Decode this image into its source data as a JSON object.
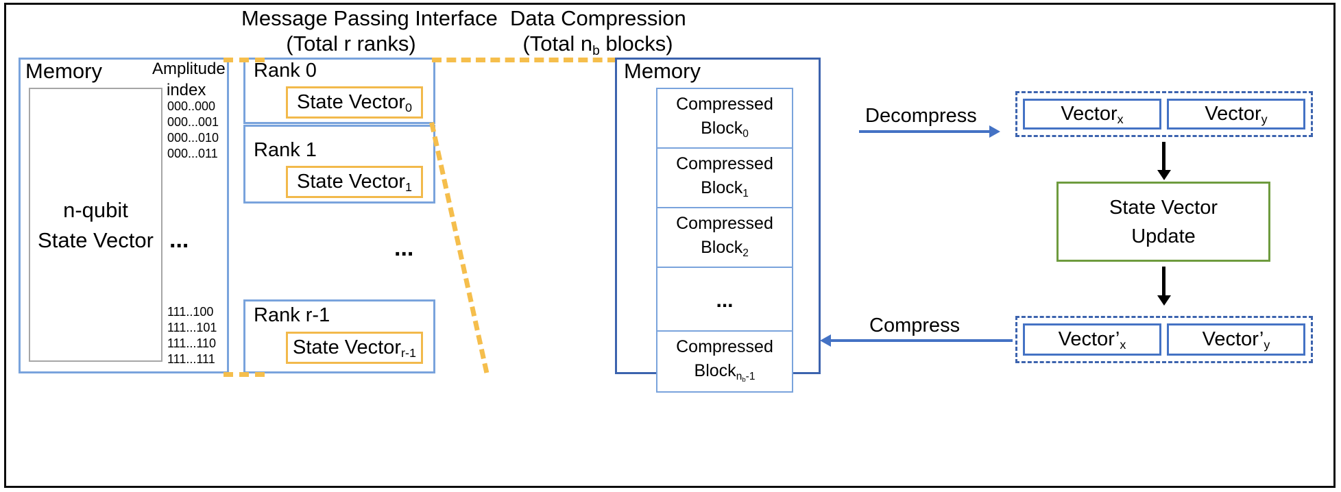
{
  "figure": {
    "sections": {
      "mpi_title_line1": "Message Passing Interface",
      "mpi_title_line2": "(Total r ranks)",
      "dc_title_line1": "Data Compression",
      "dc_title_line2_pre": "(Total n",
      "dc_title_line2_sub": "b",
      "dc_title_line2_post": " blocks)"
    },
    "left_memory": {
      "memory_label": "Memory",
      "amplitude_label": "Amplitude",
      "index_label": "index",
      "state_vector_line1": "n-qubit",
      "state_vector_line2": "State Vector",
      "ellipsis": "...",
      "indices_top": [
        "000..000",
        "000...001",
        "000...010",
        "000...011"
      ],
      "indices_bottom": [
        "111..100",
        "111...101",
        "111...110",
        "111...111"
      ]
    },
    "mpi": {
      "ranks": [
        {
          "label": "Rank 0",
          "vector_base": "State Vector",
          "vector_sub": "0"
        },
        {
          "label": "Rank 1",
          "vector_base": "State Vector",
          "vector_sub": "1"
        },
        {
          "label": "Rank r-1",
          "vector_base": "State Vector",
          "vector_sub": "r-1"
        }
      ],
      "ellipsis": "..."
    },
    "compression_memory": {
      "memory_label": "Memory",
      "blocks": [
        {
          "line1": "Compressed",
          "line2_base": "Block",
          "line2_sub": "0",
          "is_ellipsis": false
        },
        {
          "line1": "Compressed",
          "line2_base": "Block",
          "line2_sub": "1",
          "is_ellipsis": false
        },
        {
          "line1": "Compressed",
          "line2_base": "Block",
          "line2_sub": "2",
          "is_ellipsis": false
        },
        {
          "line1": "...",
          "line2_base": "",
          "line2_sub": "",
          "is_ellipsis": true
        },
        {
          "line1": "Compressed",
          "line2_base": "Block",
          "line2_sub": "nb-1",
          "is_ellipsis": false
        }
      ],
      "last_block_sub_main": "n",
      "last_block_sub_sub": "b",
      "last_block_sub_tail": "-1"
    },
    "pipeline": {
      "decompress_label": "Decompress",
      "compress_label": "Compress",
      "update_line1": "State Vector",
      "update_line2": "Update",
      "top_vectors": [
        {
          "base": "Vector",
          "sub": "x"
        },
        {
          "base": "Vector",
          "sub": "y"
        }
      ],
      "bottom_vectors": [
        {
          "base": "Vector’",
          "sub": "x"
        },
        {
          "base": "Vector’",
          "sub": "y"
        }
      ]
    },
    "colors": {
      "frame_black": "#0C0C0C",
      "light_blue": "#79A3DC",
      "dark_blue": "#3C63AE",
      "accent_blue": "#4472C4",
      "orange": "#F5BE4C",
      "gray": "#A6A6A6",
      "green": "#6E9B3E"
    }
  }
}
